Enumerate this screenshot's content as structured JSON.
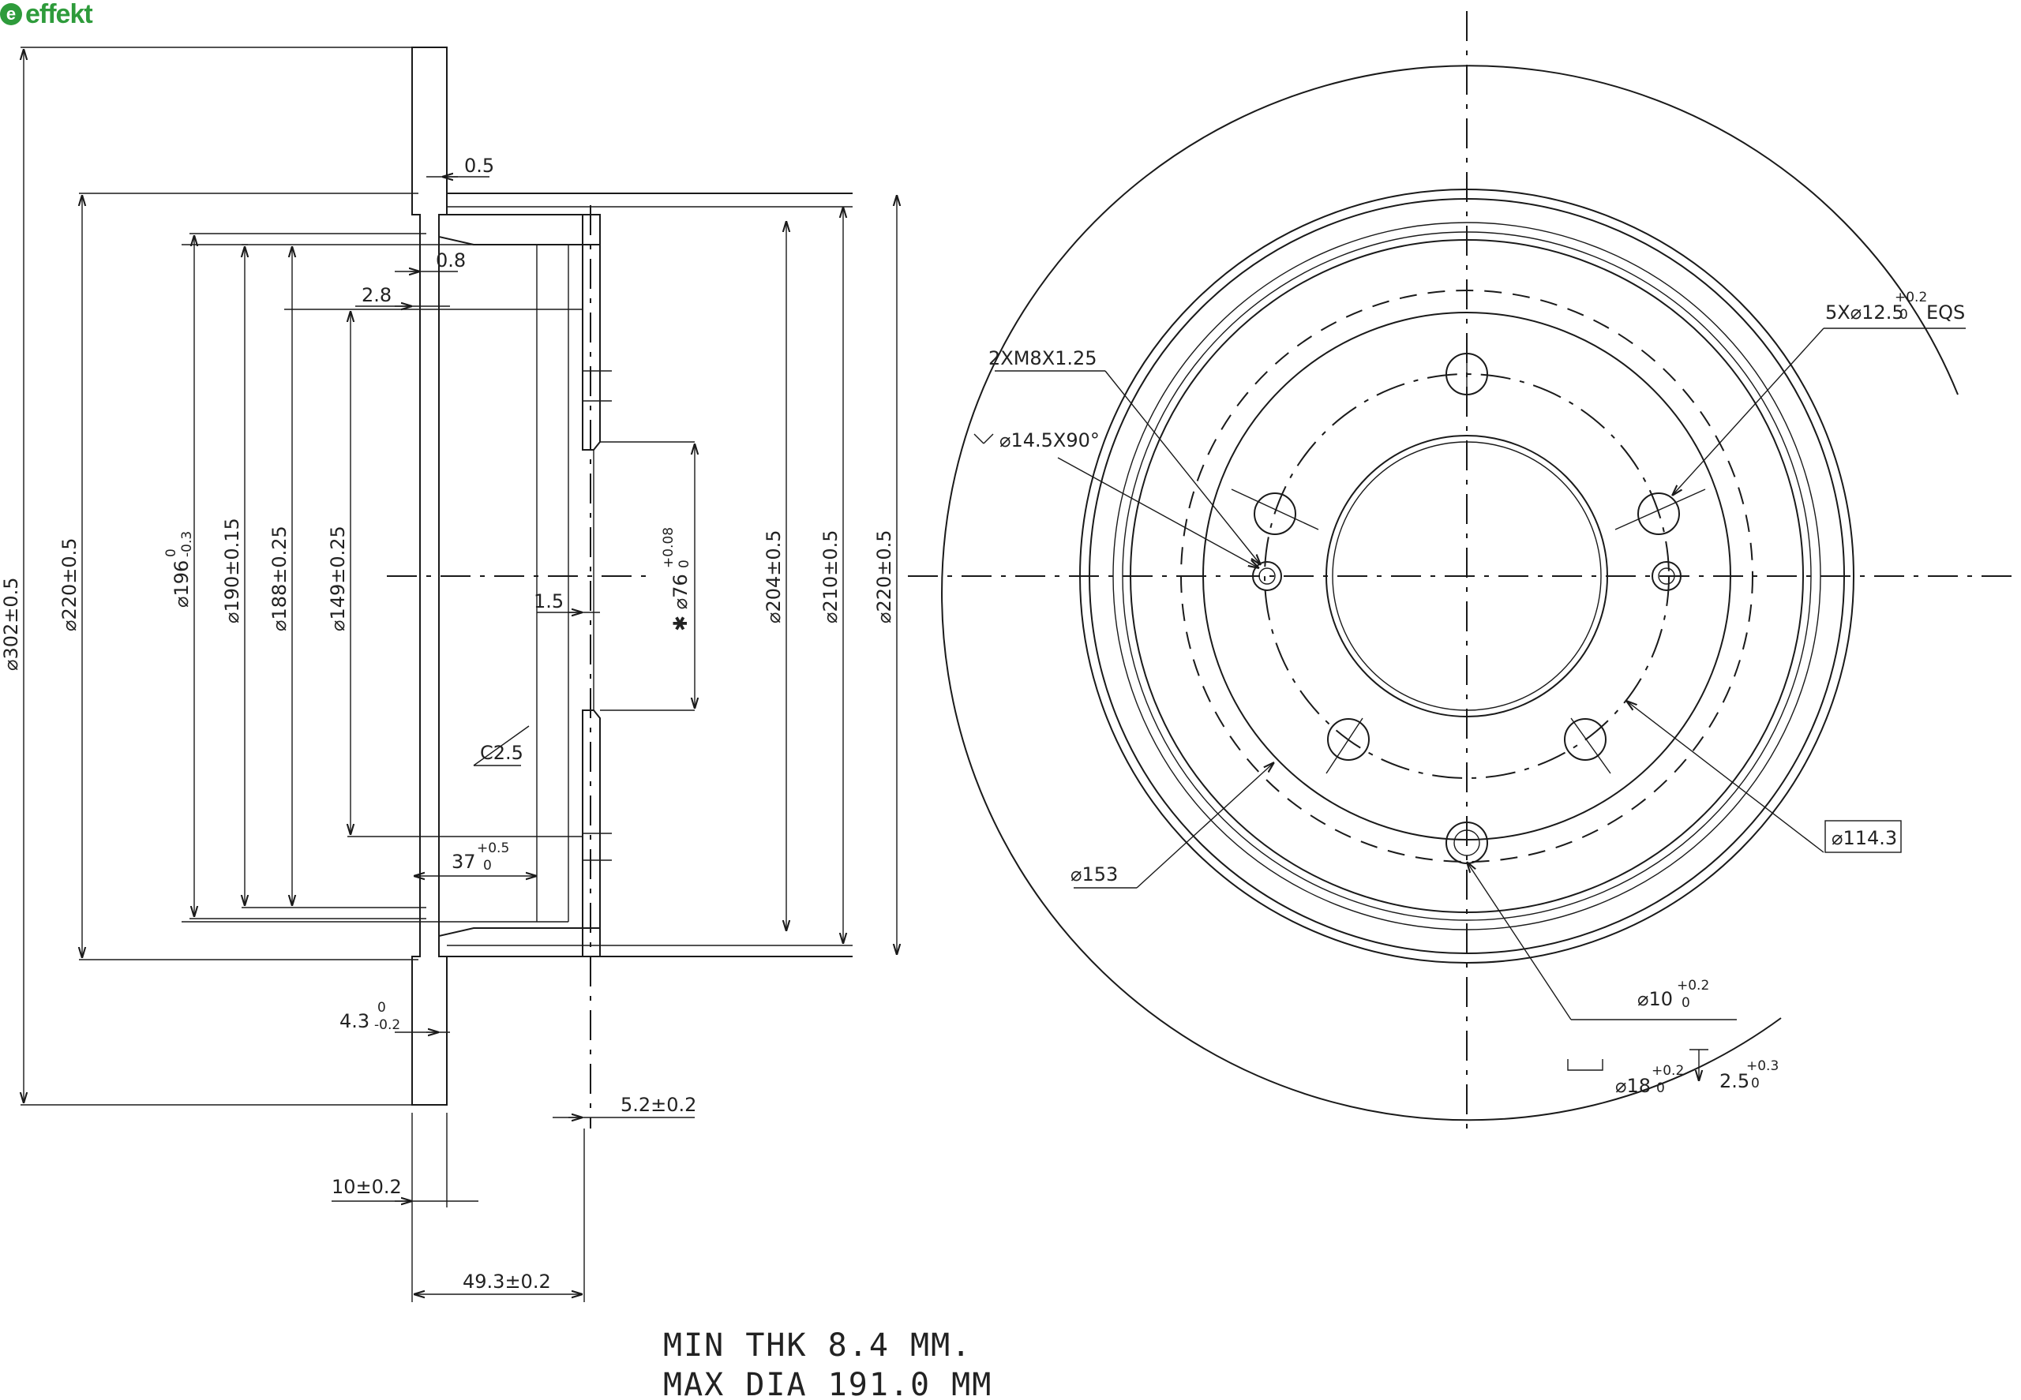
{
  "brand": {
    "name": "effekt",
    "mark": "e",
    "color": "#2e9b3b"
  },
  "section_dims": {
    "d302": "⌀302±0.5",
    "d220_left": "⌀220±0.5",
    "d196": "⌀196",
    "d196_tol_hi": "0",
    "d196_tol_lo": "-0.3",
    "d190": "⌀190±0.15",
    "d188": "⌀188±0.25",
    "d149": "⌀149±0.25",
    "d76": "✱ ⌀76",
    "d76_tol_hi": "+0.08",
    "d76_tol_lo": "0",
    "d204": "⌀204±0.5",
    "d210": "⌀210±0.5",
    "d220_right": "⌀220±0.5",
    "w0_5": "0.5",
    "w0_8": "0.8",
    "w2_8": "2.8",
    "w1_5": "1.5",
    "c2_5": "C2.5",
    "d37": "37",
    "d37_tol_hi": "+0.5",
    "d37_tol_lo": "0",
    "d4_3": "4.3",
    "d4_3_tol_hi": "0",
    "d4_3_tol_lo": "-0.2",
    "d5_2": "5.2±0.2",
    "d10": "10±0.2",
    "d49_3": "49.3±0.2"
  },
  "front_dims": {
    "tapped_holes": "2XM8X1.25",
    "countersink": "⌀14.5X90°",
    "wheel_holes": "5X⌀12.5",
    "wheel_holes_tol_hi": "+0.2",
    "wheel_holes_tol_lo": "0",
    "wheel_holes_suffix": "EQS",
    "pcd": "⌀114.3",
    "d153": "⌀153",
    "d10_hole": "⌀10",
    "d10_tol_hi": "+0.2",
    "d10_tol_lo": "0",
    "cbore": "⌀18",
    "cbore_tol_hi": "+0.2",
    "cbore_tol_lo": "0",
    "depth": "2.5",
    "depth_tol_hi": "+0.3",
    "depth_tol_lo": "0"
  },
  "notes": {
    "min_thk": "MIN THK 8.4 MM.",
    "max_dia": "MAX DIA 191.0 MM"
  }
}
